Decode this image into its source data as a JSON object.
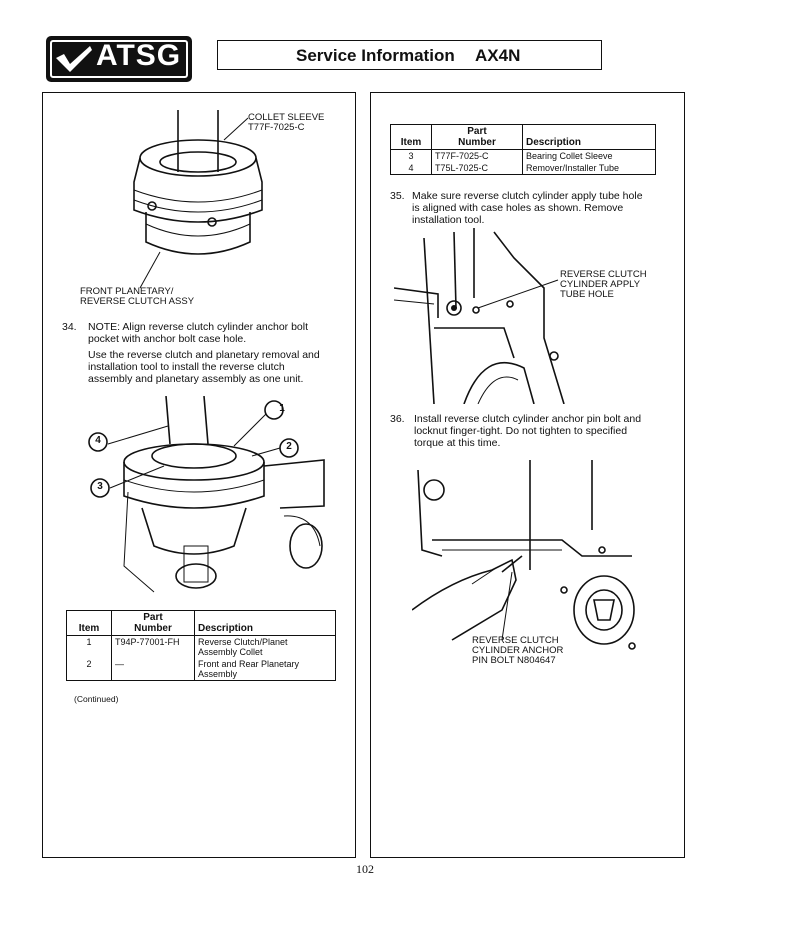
{
  "header": {
    "logo_text": "ATSG",
    "title": "Service Information",
    "model": "AX4N"
  },
  "left": {
    "fig1": {
      "callout_collet_line1": "COLLET SLEEVE",
      "callout_collet_line2": "T77F-7025-C",
      "callout_front_line1": "FRONT PLANETARY/",
      "callout_front_line2": "REVERSE CLUTCH ASSY"
    },
    "step34": {
      "number": "34.",
      "line1": "NOTE: Align reverse clutch cylinder anchor bolt",
      "line2": "pocket with anchor bolt case hole.",
      "line3": "Use the reverse clutch and planetary removal and",
      "line4": "installation tool to install the reverse clutch",
      "line5": "assembly and planetary assembly as one unit."
    },
    "fig2_numbers": [
      "1",
      "2",
      "3",
      "4"
    ],
    "table": {
      "headers": {
        "item": "Item",
        "part_line1": "Part",
        "part_line2": "Number",
        "description": "Description"
      },
      "rows": [
        {
          "item": "1",
          "part": "T94P-77001-FH",
          "desc_line1": "Reverse Clutch/Planet",
          "desc_line2": "Assembly Collet"
        },
        {
          "item": "2",
          "part": "—",
          "desc_line1": "Front and Rear Planetary",
          "desc_line2": "Assembly"
        }
      ]
    },
    "continued": "(Continued)"
  },
  "right": {
    "table": {
      "headers": {
        "item": "Item",
        "part_line1": "Part",
        "part_line2": "Number",
        "description": "Description"
      },
      "rows": [
        {
          "item": "3",
          "part": "T77F-7025-C",
          "desc": "Bearing Collet Sleeve"
        },
        {
          "item": "4",
          "part": "T75L-7025-C",
          "desc": "Remover/Installer Tube"
        }
      ]
    },
    "step35": {
      "number": "35.",
      "line1": "Make sure reverse clutch cylinder apply tube hole",
      "line2": "is aligned with case holes as shown. Remove",
      "line3": "installation tool."
    },
    "fig3": {
      "callout_line1": "REVERSE CLUTCH",
      "callout_line2": "CYLINDER APPLY",
      "callout_line3": "TUBE HOLE"
    },
    "step36": {
      "number": "36.",
      "line1": "Install reverse clutch cylinder anchor pin bolt and",
      "line2": "locknut finger-tight. Do not tighten to specified",
      "line3": "torque at this time."
    },
    "fig4": {
      "callout_line1": "REVERSE CLUTCH",
      "callout_line2": "CYLINDER ANCHOR",
      "callout_line3": "PIN BOLT N804647"
    }
  },
  "page_number": "102"
}
